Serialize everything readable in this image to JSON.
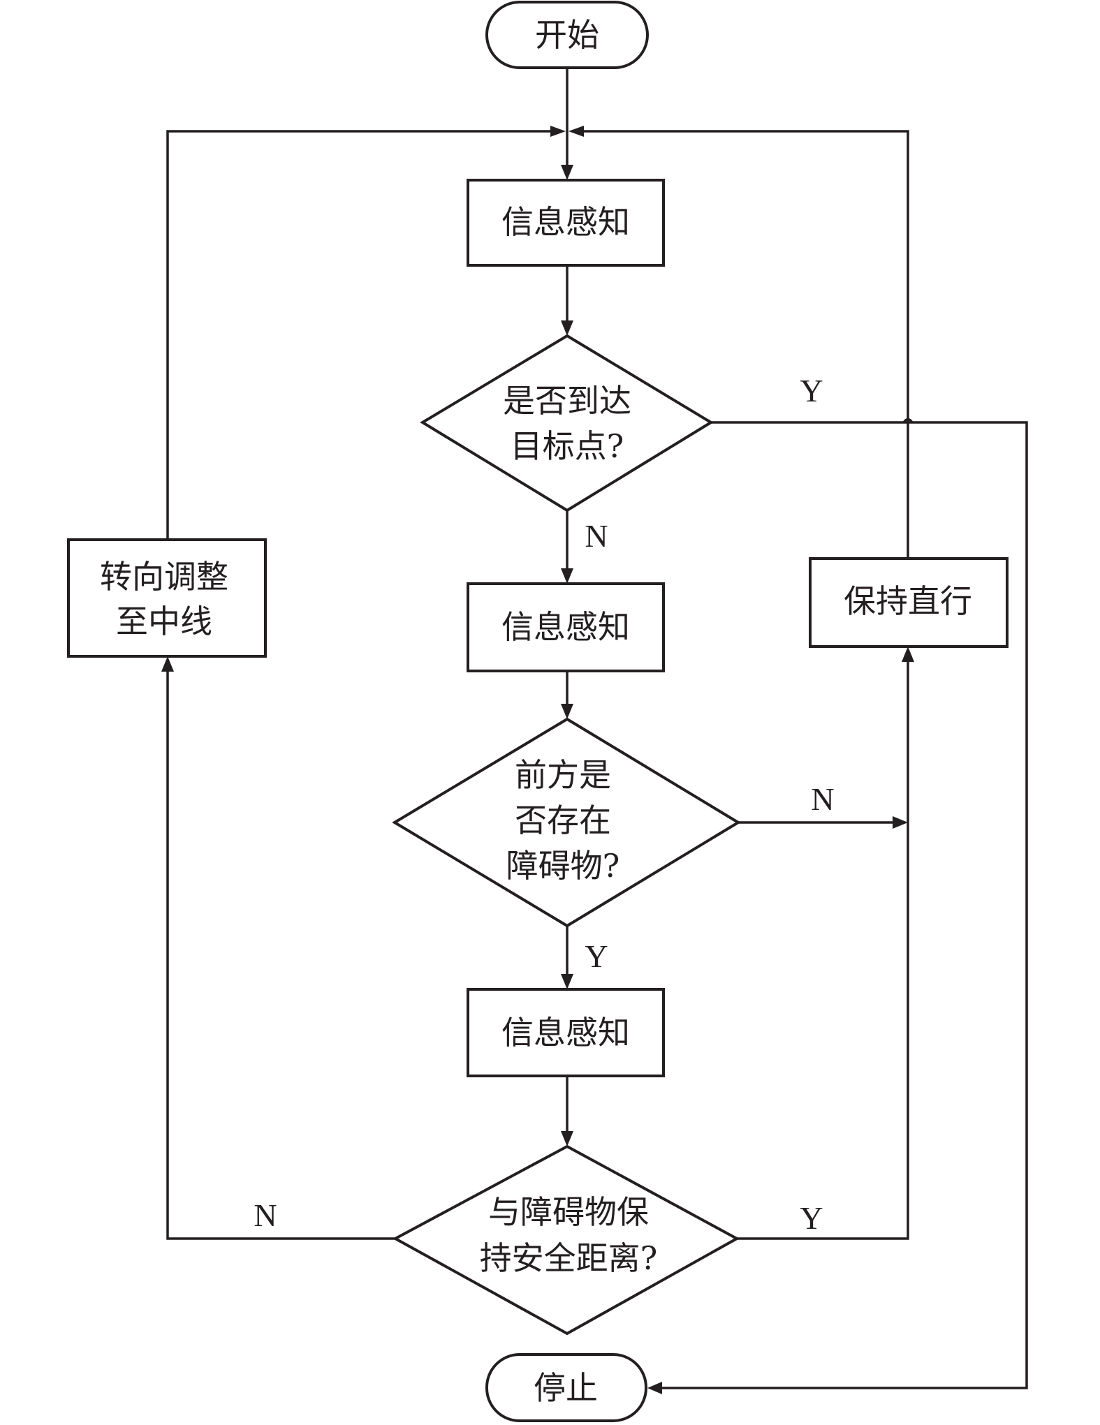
{
  "nodes": {
    "start": {
      "label": "开始"
    },
    "perceive_1": {
      "label": "信息感知"
    },
    "decision_target": {
      "lines": [
        "是否到达",
        "目标点?"
      ]
    },
    "perceive_2": {
      "label": "信息感知"
    },
    "decision_obstacle": {
      "lines": [
        "前方是",
        "否存在",
        "障碍物?"
      ]
    },
    "perceive_3": {
      "label": "信息感知"
    },
    "decision_safe": {
      "lines": [
        "与障碍物保",
        "持安全距离?"
      ]
    },
    "turn_adjust": {
      "lines": [
        "转向调整",
        "至中线"
      ]
    },
    "keep_straight": {
      "label": "保持直行"
    },
    "stop": {
      "label": "停止"
    }
  },
  "edge_labels": {
    "target_yes": "Y",
    "target_no": "N",
    "obstacle_no": "N",
    "obstacle_yes": "Y",
    "safe_no": "N",
    "safe_yes": "Y"
  }
}
